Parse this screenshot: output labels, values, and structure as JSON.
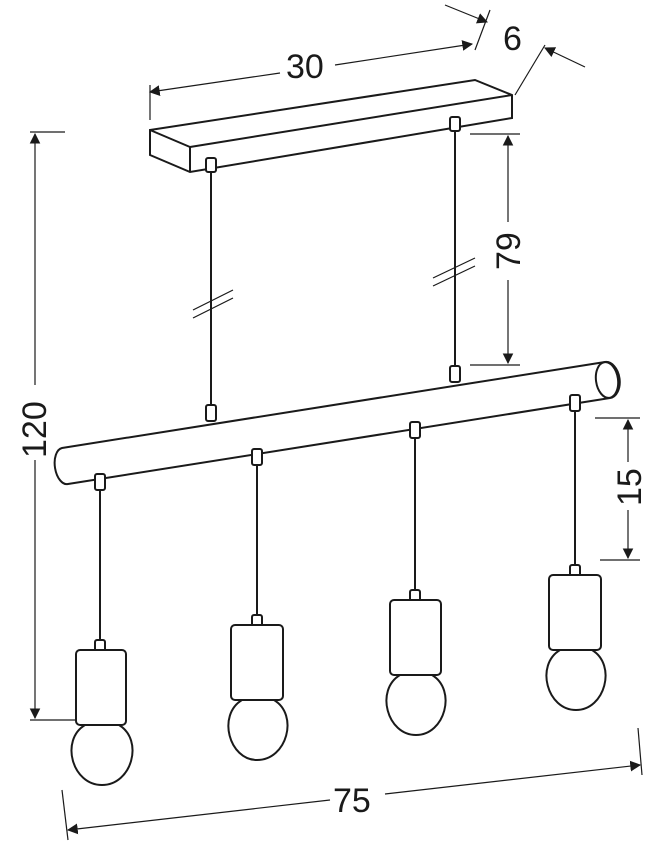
{
  "dimensions": {
    "canopy_length": "30",
    "canopy_depth": "6",
    "suspension_length": "79",
    "total_height": "120",
    "pendant_drop": "15",
    "bar_length": "75"
  }
}
